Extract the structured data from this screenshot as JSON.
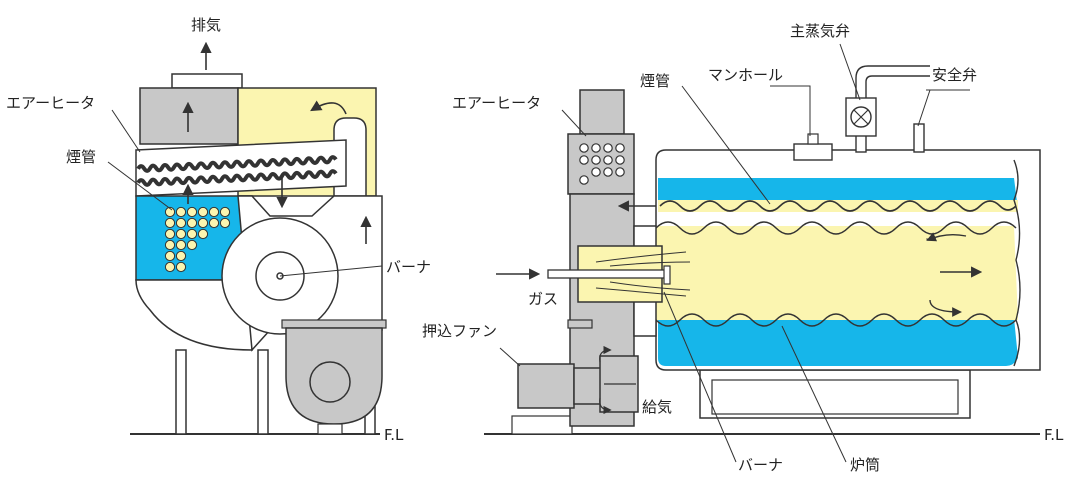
{
  "colors": {
    "water": "#16b6ea",
    "gas": "#fbf5b0",
    "steel": "#c8c8c8",
    "line": "#333333",
    "tube": "#fbf5b0"
  },
  "left": {
    "exhaust": "排気",
    "air_heater": "エアーヒータ",
    "smoke_tube": "煙管",
    "burner": "バーナ",
    "floor": "F.L"
  },
  "right": {
    "air_heater": "エアーヒータ",
    "smoke_tube": "煙管",
    "manhole": "マンホール",
    "main_steam_valve": "主蒸気弁",
    "safety_valve": "安全弁",
    "gas": "ガス",
    "forced_fan": "押込ファン",
    "air_supply": "給気",
    "burner": "バーナ",
    "furnace": "炉筒",
    "floor": "F.L"
  }
}
